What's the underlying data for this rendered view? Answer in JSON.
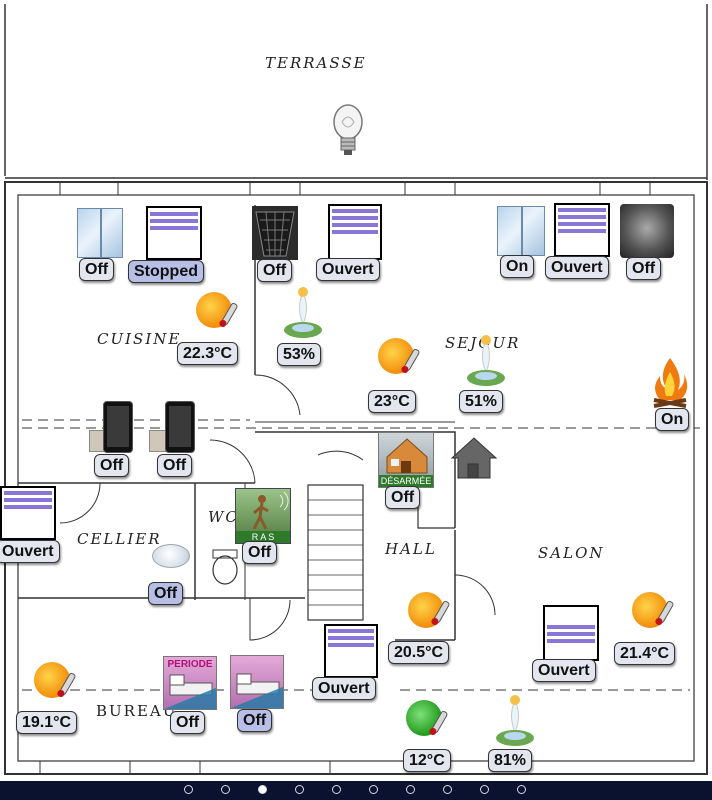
{
  "rooms": {
    "terrasse": "TERRASSE",
    "cuisine": "CUISINE",
    "sejour": "SEJOUR",
    "cellier": "CELLIER",
    "wc": "WC",
    "hall": "HALL",
    "salon": "SALON",
    "bureau": "BUREAU"
  },
  "devices": {
    "cuisine_window": "Off",
    "cuisine_shutter": "Stopped",
    "cuisine_lamp": "Off",
    "cuisine_shutter2": "Ouvert",
    "sejour_window": "On",
    "sejour_shutter": "Ouvert",
    "sejour_speaker": "Off",
    "cuisine_temp": "22.3°C",
    "cuisine_humidity": "53%",
    "sejour_temp": "23°C",
    "sejour_humidity": "51%",
    "fireplace": "On",
    "phone1": "Off",
    "phone2": "Off",
    "alarm": "Off",
    "cellier_shutter": "Ouvert",
    "wc_motion": "Off",
    "cellier_detector": "Off",
    "hall_temp": "20.5°C",
    "salon_temp": "21.4°C",
    "hall_shutter": "Ouvert",
    "salon_shutter": "Ouvert",
    "bureau_temp": "19.1°C",
    "bureau_schedule1": "Off",
    "bureau_schedule2": "Off",
    "outdoor_temp": "12°C",
    "outdoor_humidity": "81%"
  },
  "tiles": {
    "alarm_caption": "DÉSARMÉE",
    "motion_caption": "R A S",
    "schedule_caption": "PERIODE"
  },
  "pager": {
    "page_count": 10,
    "active_index": 2
  },
  "colors": {
    "shutter_slats": "#8a76d6",
    "badge_bg": "#e3e6ee",
    "badge_active_bg": "#b7bfe6",
    "pager_bg": "#0a1230"
  }
}
